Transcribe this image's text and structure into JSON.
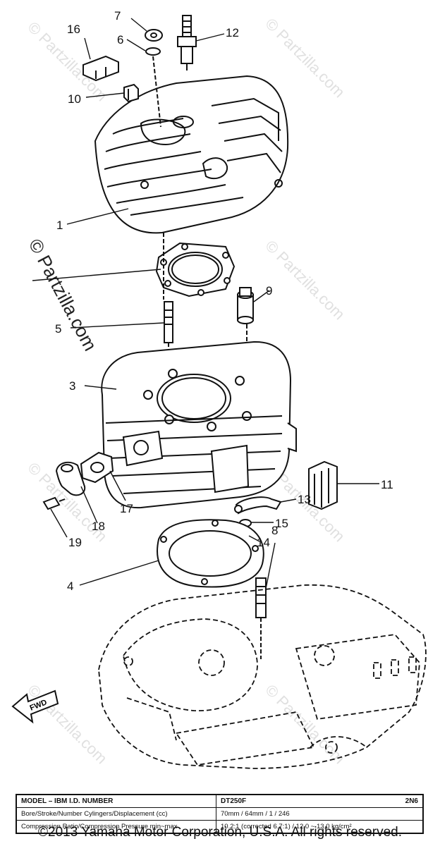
{
  "watermark": "© Partzilla.com",
  "callouts": [
    {
      "id": "c1",
      "label": "1"
    },
    {
      "id": "c3",
      "label": "3"
    },
    {
      "id": "c4",
      "label": "4"
    },
    {
      "id": "c5",
      "label": "5"
    },
    {
      "id": "c6",
      "label": "6"
    },
    {
      "id": "c7",
      "label": "7"
    },
    {
      "id": "c8",
      "label": "8"
    },
    {
      "id": "c9",
      "label": "9"
    },
    {
      "id": "c10",
      "label": "10"
    },
    {
      "id": "c11",
      "label": "11"
    },
    {
      "id": "c12",
      "label": "12"
    },
    {
      "id": "c13",
      "label": "13"
    },
    {
      "id": "c14",
      "label": "14"
    },
    {
      "id": "c15",
      "label": "15"
    },
    {
      "id": "c16",
      "label": "16"
    },
    {
      "id": "c17",
      "label": "17"
    },
    {
      "id": "c18",
      "label": "18"
    },
    {
      "id": "c19",
      "label": "19"
    }
  ],
  "fwd_label": "FWD",
  "spec_table": {
    "header_label": "MODEL – IBM I.D. NUMBER",
    "header_model": "DT250F",
    "header_code": "2N6",
    "rows": [
      {
        "label": "Bore/Stroke/Number Cylingers/Displacement (cc)",
        "value": "70mm / 64mm / 1 / 246"
      },
      {
        "label": "Compression Ratio/Compression Pressure min~max",
        "value": "10.2:1 (corrected 6.7:1) / 12.0 ~ 13.0 kg/cm²"
      }
    ]
  },
  "copyright": "©2013 Yamaha Motor Corporation, U.S.A. All rights reserved."
}
